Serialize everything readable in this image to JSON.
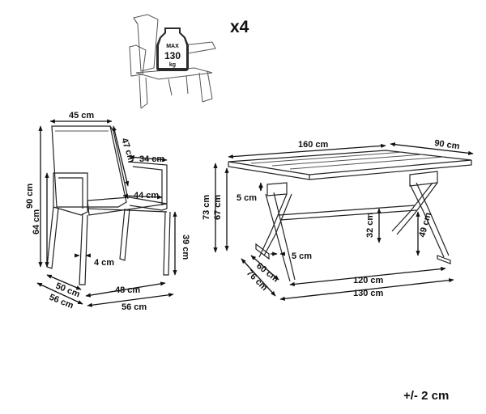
{
  "header": {
    "quantity": "x4"
  },
  "weight_badge": {
    "line1": "MAX",
    "line2": "130",
    "line3": "kg"
  },
  "chair_dims": {
    "top_width": "45 cm",
    "back_height": "47 cm",
    "armrest": "34 cm",
    "seat_depth_inner": "44 cm",
    "total_height": "90 cm",
    "arm_height": "64 cm",
    "seat_height": "39 cm",
    "leg_offset": "4 cm",
    "depth_inner": "50 cm",
    "width_inner": "48 cm",
    "depth_outer": "56 cm",
    "width_outer": "56 cm"
  },
  "table_dims": {
    "length": "160 cm",
    "width": "90 cm",
    "top_thickness": "5 cm",
    "height_total": "73 cm",
    "height_under": "67 cm",
    "frame_height": "32 cm",
    "leg_height": "49 cm",
    "leg_width": "5 cm",
    "base_width": "60 cm",
    "depth_base": "76 cm",
    "inner_length": "120 cm",
    "outer_length": "130 cm"
  },
  "tolerance": "+/- 2 cm"
}
